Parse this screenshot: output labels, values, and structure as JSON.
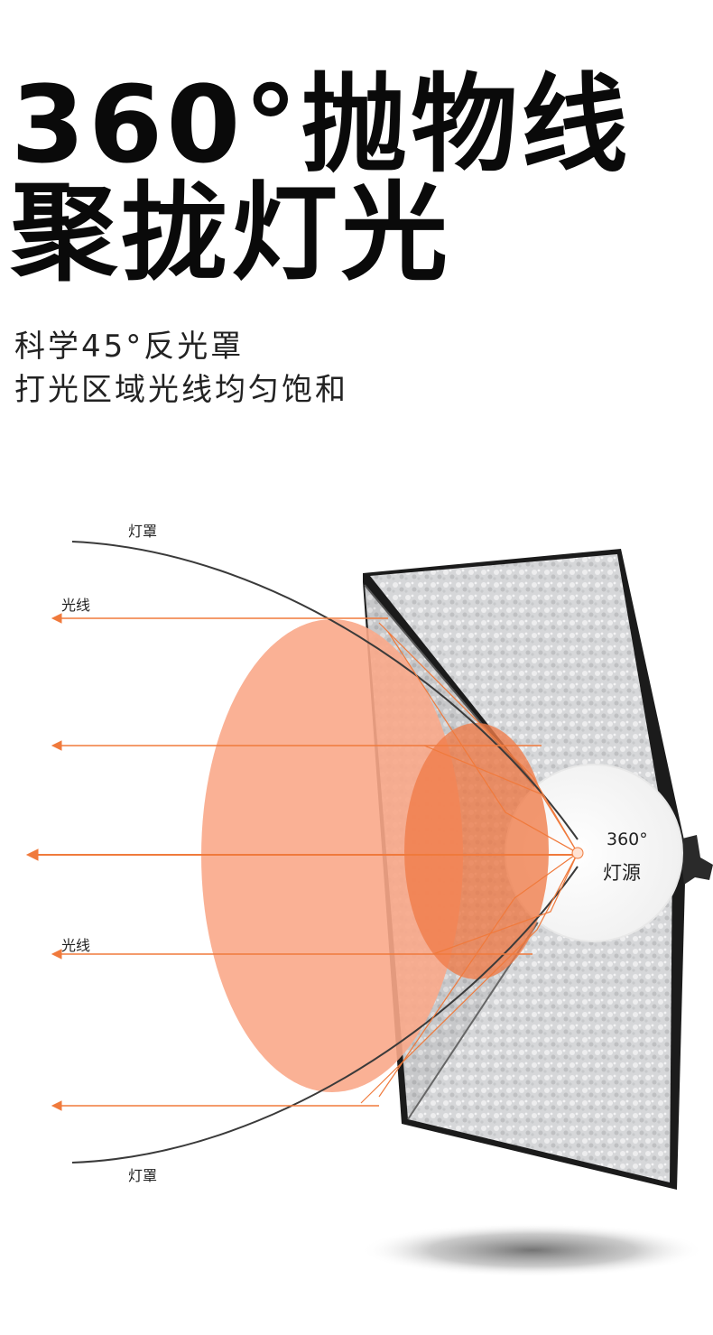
{
  "headline": {
    "line1": "360°抛物线",
    "line2": "聚拢灯光"
  },
  "subtitle": {
    "line1": "科学45°反光罩",
    "line2": "打光区域光线均匀饱和"
  },
  "diagram": {
    "label_hood_top": "灯罩",
    "label_ray_top": "光线",
    "label_ray_bottom": "光线",
    "label_hood_bottom": "灯罩",
    "label_degrees": "360°",
    "label_source": "灯源"
  },
  "colors": {
    "ray": "#f07a3c",
    "light_disc": "#f9a889",
    "light_core": "#ef7b48",
    "reflector_silver": "#d9dadc",
    "softbox_frame": "#1b1b1b"
  }
}
